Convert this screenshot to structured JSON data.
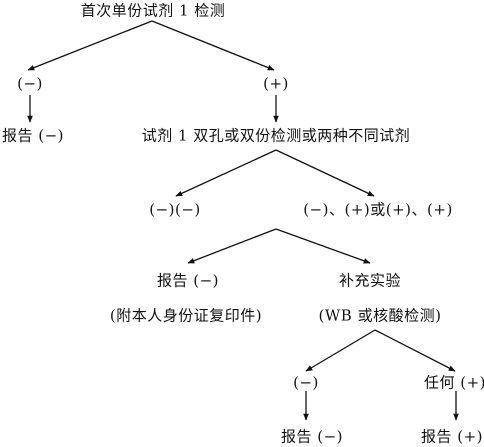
{
  "diagram": {
    "colors": {
      "line": "#111111",
      "text": "#111111",
      "background": "#ffffff"
    },
    "nodes": {
      "root": "首次单份试剂 1 检测",
      "neg1": "(−)",
      "pos1": "(+)",
      "report_neg1": "报告 (−)",
      "retest": "试剂 1 双孔或双份检测或两种不同试剂",
      "negneg": "(−)(−)",
      "mixed": "(−)、(+)或(+)、(+)",
      "report_neg2": "报告 (−)",
      "attach": "(附本人身份证复印件)",
      "supplement": "补充实验",
      "supplement_detail": "(WB 或核酸检测)",
      "neg3": "(−)",
      "anypos": "任何 (+)",
      "report_neg3": "报告 (−)",
      "report_pos": "报告 (+)"
    }
  }
}
